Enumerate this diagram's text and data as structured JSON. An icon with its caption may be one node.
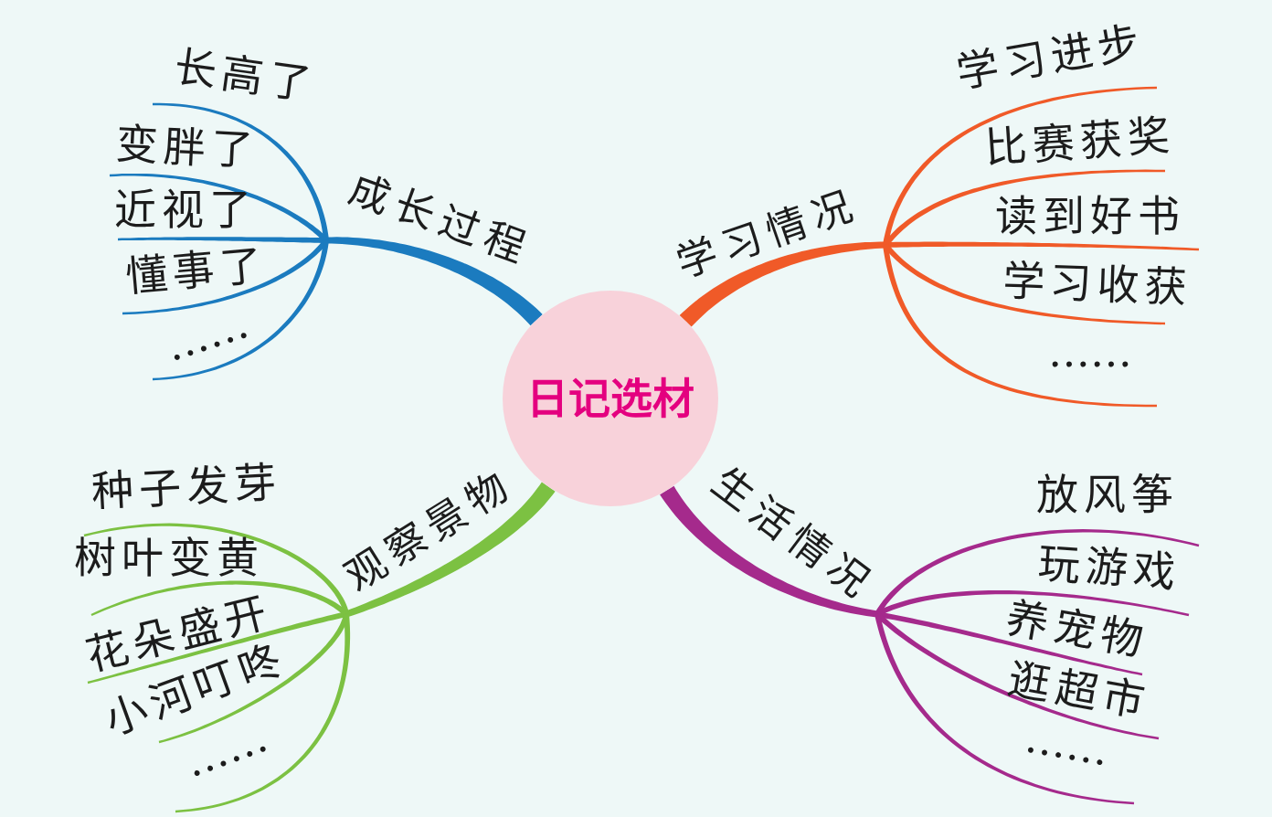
{
  "diagram": {
    "nodes": [
      {
        "text": [
          "日记选材"
        ]
      },
      {
        "text": [
          "成长过程"
        ]
      },
      {
        "text": [
          "长高了"
        ]
      },
      {
        "text": [
          "变胖了"
        ]
      },
      {
        "text": [
          "近视了"
        ]
      },
      {
        "text": [
          "懂事了"
        ]
      },
      {
        "text": [
          "……"
        ]
      },
      {
        "text": [
          "学习情况"
        ]
      },
      {
        "text": [
          "学习进步"
        ]
      },
      {
        "text": [
          "比赛获奖"
        ]
      },
      {
        "text": [
          "读到好书"
        ]
      },
      {
        "text": [
          "学习收获"
        ]
      },
      {
        "text": [
          "……"
        ]
      },
      {
        "text": [
          "观察景物"
        ]
      },
      {
        "text": [
          "种子发芽"
        ]
      },
      {
        "text": [
          "树叶变黄"
        ]
      },
      {
        "text": [
          "花朵盛开"
        ]
      },
      {
        "text": [
          "小河叮咚"
        ]
      },
      {
        "text": [
          "……"
        ]
      },
      {
        "text": [
          "生活情况"
        ]
      },
      {
        "text": [
          "放风筝"
        ]
      },
      {
        "text": [
          "玩游戏"
        ]
      },
      {
        "text": [
          "养宠物"
        ]
      },
      {
        "text": [
          "逛超市"
        ]
      },
      {
        "text": [
          "……"
        ]
      }
    ],
    "edges": [
      {
        "from": 0,
        "to": 1,
        "arrow": "none",
        "style": "thick",
        "color": "#1b7bbf"
      },
      {
        "from": 1,
        "to": 2,
        "arrow": "none",
        "color": "#1b7bbf"
      },
      {
        "from": 1,
        "to": 3,
        "arrow": "none",
        "color": "#1b7bbf"
      },
      {
        "from": 1,
        "to": 4,
        "arrow": "none",
        "color": "#1b7bbf"
      },
      {
        "from": 1,
        "to": 5,
        "arrow": "none",
        "color": "#1b7bbf"
      },
      {
        "from": 1,
        "to": 6,
        "arrow": "none",
        "color": "#1b7bbf"
      },
      {
        "from": 0,
        "to": 7,
        "arrow": "none",
        "style": "thick",
        "color": "#f05a28"
      },
      {
        "from": 7,
        "to": 8,
        "arrow": "none",
        "color": "#f05a28"
      },
      {
        "from": 7,
        "to": 9,
        "arrow": "none",
        "color": "#f05a28"
      },
      {
        "from": 7,
        "to": 10,
        "arrow": "none",
        "color": "#f05a28"
      },
      {
        "from": 7,
        "to": 11,
        "arrow": "none",
        "color": "#f05a28"
      },
      {
        "from": 7,
        "to": 12,
        "arrow": "none",
        "color": "#f05a28"
      },
      {
        "from": 0,
        "to": 13,
        "arrow": "none",
        "style": "thick",
        "color": "#7cc142"
      },
      {
        "from": 13,
        "to": 14,
        "arrow": "none",
        "color": "#7cc142"
      },
      {
        "from": 13,
        "to": 15,
        "arrow": "none",
        "color": "#7cc142"
      },
      {
        "from": 13,
        "to": 16,
        "arrow": "none",
        "color": "#7cc142"
      },
      {
        "from": 13,
        "to": 17,
        "arrow": "none",
        "color": "#7cc142"
      },
      {
        "from": 13,
        "to": 18,
        "arrow": "none",
        "color": "#7cc142"
      },
      {
        "from": 0,
        "to": 19,
        "arrow": "none",
        "style": "thick",
        "color": "#a52a8c"
      },
      {
        "from": 19,
        "to": 20,
        "arrow": "none",
        "color": "#a52a8c"
      },
      {
        "from": 19,
        "to": 21,
        "arrow": "none",
        "color": "#a52a8c"
      },
      {
        "from": 19,
        "to": 22,
        "arrow": "none",
        "color": "#a52a8c"
      },
      {
        "from": 19,
        "to": 23,
        "arrow": "none",
        "color": "#a52a8c"
      },
      {
        "from": 19,
        "to": 24,
        "arrow": "none",
        "color": "#a52a8c"
      }
    ]
  }
}
